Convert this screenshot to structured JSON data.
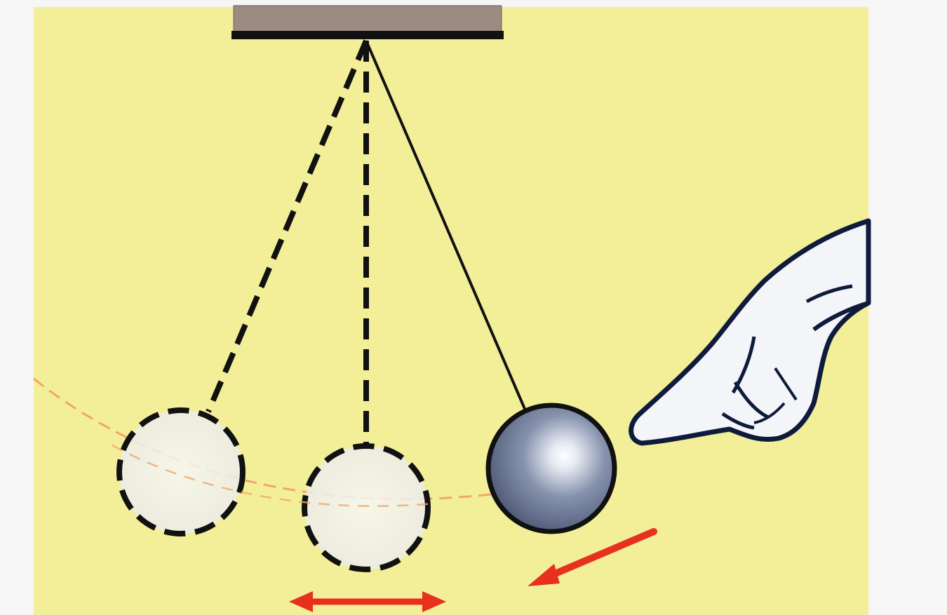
{
  "diagram": {
    "colors": {
      "page_background": "#f6f6f6",
      "panel_background": "#f2ef98",
      "support": "#9a8c82",
      "string": "#111111",
      "dashed_outline": "#111111",
      "ball_fill": "#6f7c99",
      "ball_highlight": "#ffffff",
      "ghost_fill": "#f1f1f1",
      "arc": "#f0a76a",
      "arrow": "#e8301f",
      "hand_fill": "#f4f5f8",
      "hand_outline": "#0f1b3d"
    },
    "elements": {
      "support": "ceiling-support",
      "pendulum_positions": [
        "left-extreme",
        "equilibrium",
        "right-released"
      ],
      "swing_arc": "dashed-arc",
      "arrows": [
        "double-headed-arrow",
        "motion-arrow"
      ],
      "hand": "pointing-hand-icon"
    }
  }
}
